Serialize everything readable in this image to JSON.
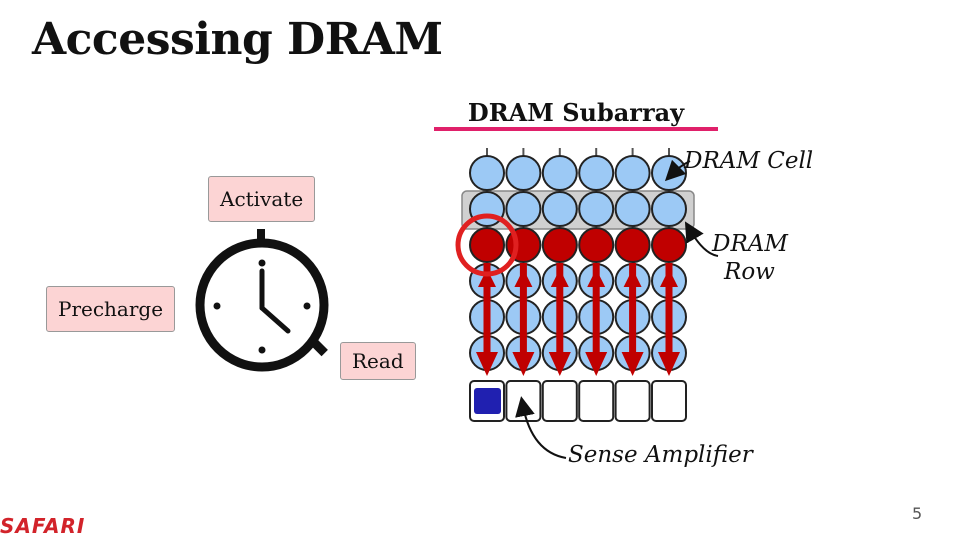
{
  "slide": {
    "title": "Accessing DRAM",
    "page_number": "5",
    "brand": "SAFARI"
  },
  "diagram": {
    "subarray_label": "DRAM Subarray",
    "cell_label": "DRAM Cell",
    "row_label_line1": "DRAM",
    "row_label_line2": "Row",
    "sense_amp_label": "Sense Amplifier",
    "columns": 6,
    "rows": 6,
    "active_row": 2,
    "highlighted_row": 1,
    "selected_column": 0
  },
  "operations": {
    "activate": "Activate",
    "precharge": "Precharge",
    "read": "Read"
  },
  "colors": {
    "cell_idle": "#9cc9f5",
    "cell_active": "#c00000",
    "sense_amp_active": "#2020b0",
    "accent_underline": "#e0206a",
    "label_fill": "#fcd4d4",
    "brand": "#d2232a"
  }
}
